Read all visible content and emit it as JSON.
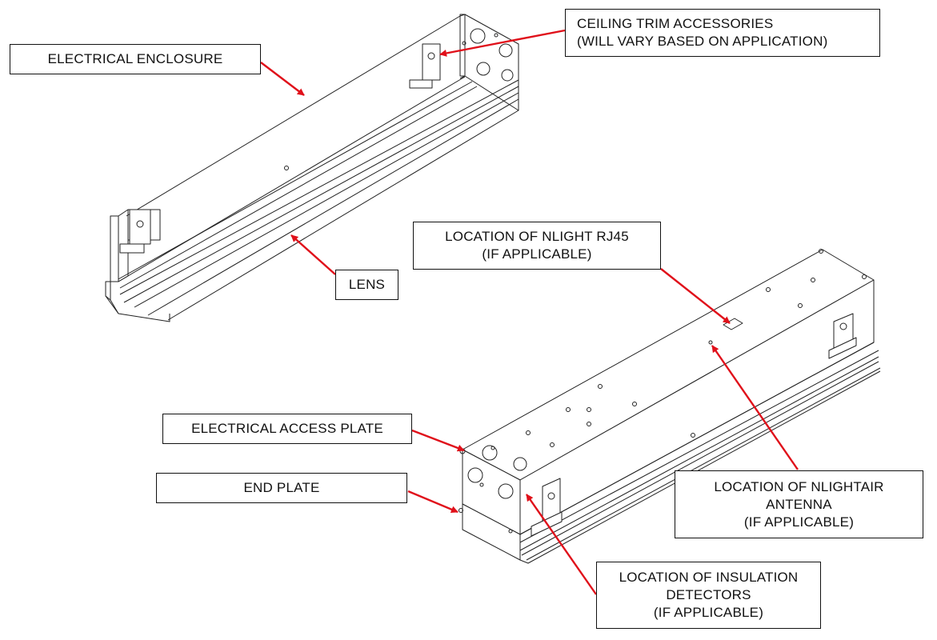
{
  "colors": {
    "leader_line": "#e0101a",
    "outline": "#222222",
    "box_border": "#111111",
    "background": "#ffffff"
  },
  "labels": {
    "electrical_enclosure": [
      "ELECTRICAL ENCLOSURE"
    ],
    "ceiling_trim": [
      "CEILING TRIM ACCESSORIES",
      "(WILL VARY BASED ON APPLICATION)"
    ],
    "lens": [
      "LENS"
    ],
    "nlight_rj45": [
      "LOCATION OF NLIGHT RJ45",
      "(IF APPLICABLE)"
    ],
    "electrical_access_plate": [
      "ELECTRICAL ACCESS PLATE"
    ],
    "end_plate": [
      "END PLATE"
    ],
    "nlightair_antenna": [
      "LOCATION OF NLIGHTAIR",
      "ANTENNA",
      "(IF APPLICABLE)"
    ],
    "insulation_detectors": [
      "LOCATION OF INSULATION",
      "DETECTORS",
      "(IF APPLICABLE)"
    ]
  }
}
